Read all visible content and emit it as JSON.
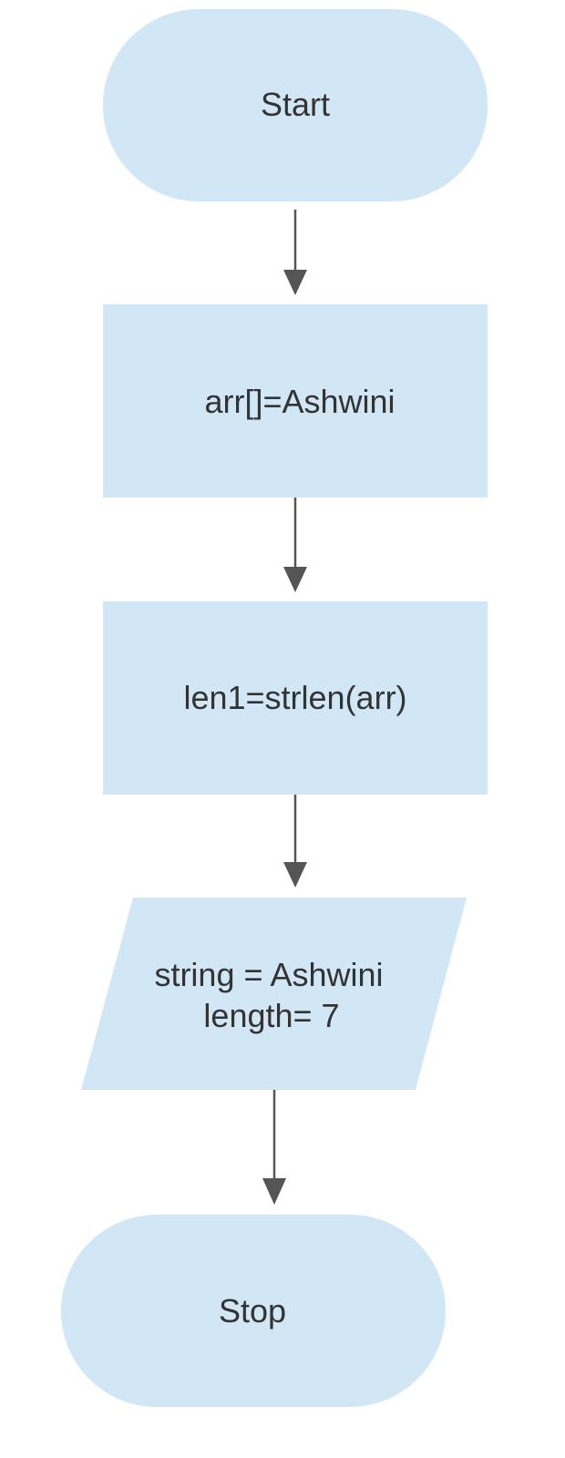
{
  "flowchart": {
    "start": {
      "label": "Start"
    },
    "init_array": {
      "label": "arr[]=Ashwini"
    },
    "compute_length": {
      "label": "len1=strlen(arr)"
    },
    "output": {
      "line1": "string = Ashwini",
      "line2": "length= 7"
    },
    "stop": {
      "label": "Stop"
    }
  },
  "colors": {
    "node_fill": "#d1e7f5",
    "text": "#333333",
    "arrow": "#555555",
    "background": "#ffffff"
  }
}
